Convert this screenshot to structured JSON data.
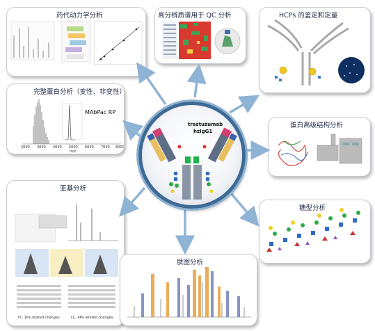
{
  "center": {
    "title": "trastuzumab",
    "subtitle": "hzIgG1"
  },
  "panels": {
    "pk": {
      "title": "药代动力学分析"
    },
    "qc": {
      "title": "高分辨质谱用于 QC 分析"
    },
    "hcp": {
      "title": "HCPs 的鉴定和定量"
    },
    "intact": {
      "title": "完整蛋白分析（变性、非变性）",
      "inset_label": "MAbPac RP",
      "xticks": [
        "2000",
        "3000",
        "4000",
        "5000",
        "6000",
        "7000",
        "8000"
      ],
      "xunit": "m/z"
    },
    "hos": {
      "title": "蛋白高级结构分析"
    },
    "subunit": {
      "title": "亚基分析",
      "caption_left": "Fc, 1Pa related changes",
      "caption_right": "LC, 4Pa related changes"
    },
    "glycan": {
      "title": "糖型分析"
    },
    "peptide": {
      "title": "肽图分析"
    }
  },
  "colors": {
    "arrow": "#8fb3d4",
    "ring": "#3e6b96",
    "heavy_chain": "#5d6f86",
    "light_chain": "#e8c060",
    "hinge": "#1db34a"
  }
}
